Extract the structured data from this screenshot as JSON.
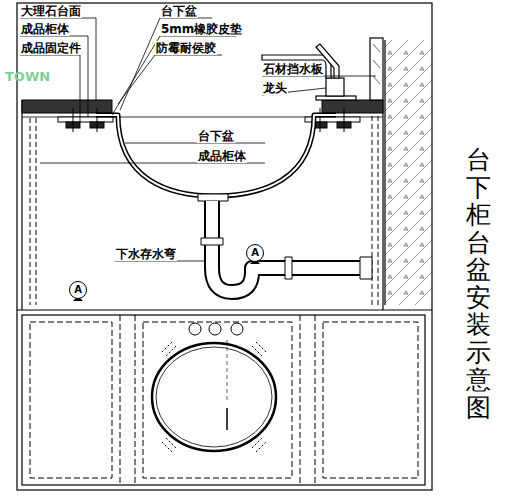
{
  "diagram": {
    "title": "台下柜台盆安装示意图",
    "nodes": [
      {
        "text": [
          "A"
        ]
      },
      {
        "text": [
          "A"
        ]
      }
    ],
    "labels": [
      "大理石台面",
      "成品柜体",
      "成品固定件",
      "台下盆",
      "5mm橡胶皮垫",
      "防霉耐侯胶",
      "石材挡水板",
      "龙头",
      "台下盆",
      "成品柜体",
      "下水存水弯",
      "TOWN"
    ]
  }
}
